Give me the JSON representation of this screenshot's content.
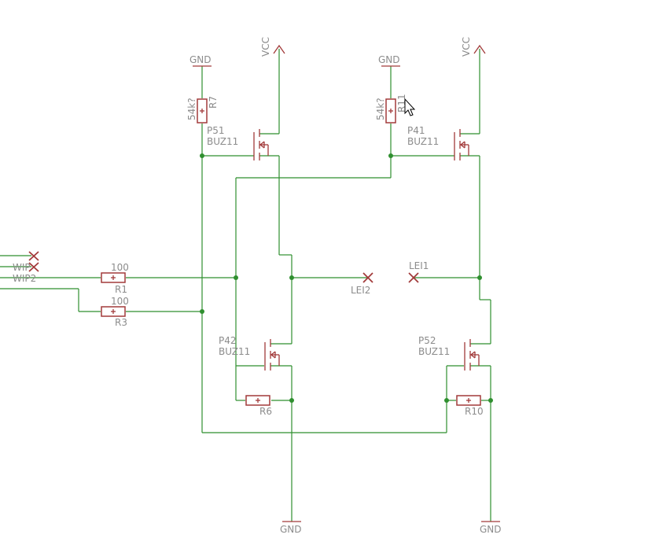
{
  "labels": {
    "gnd": "GND",
    "vcc": "VCC",
    "wip_truncated": "WIP",
    "wip2": "WIP2",
    "lei1": "LEI1",
    "lei2": "LEI2"
  },
  "resistors": {
    "r1": {
      "name": "R1",
      "value": "100"
    },
    "r3": {
      "name": "R3",
      "value": "100"
    },
    "r6": {
      "name": "R6"
    },
    "r7": {
      "name": "R7",
      "value": "54k?"
    },
    "r10": {
      "name": "R10"
    },
    "r11": {
      "name": "R11",
      "value": "54k?"
    }
  },
  "transistors": {
    "p51": {
      "name": "P51",
      "value": "BUZ11"
    },
    "p41": {
      "name": "P41",
      "value": "BUZ11"
    },
    "p42": {
      "name": "P42",
      "value": "BUZ11"
    },
    "p52": {
      "name": "P52",
      "value": "BUZ11"
    }
  },
  "colors": {
    "wire": "#2f8f2f",
    "symbol": "#a23a3a",
    "text": "#8c8c8c",
    "background": "#ffffff"
  },
  "cursor_icon": "mouse-pointer-icon"
}
